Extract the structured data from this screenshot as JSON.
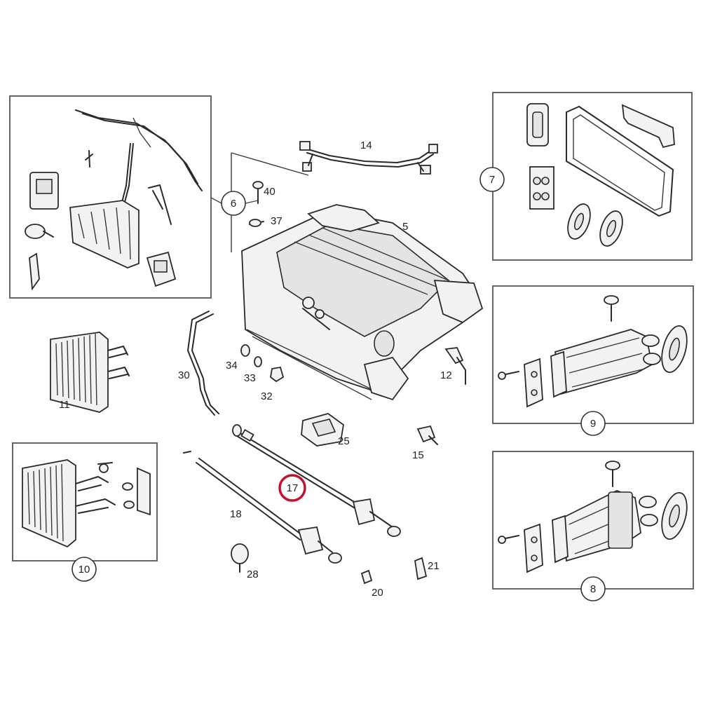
{
  "diagram": {
    "callouts": {
      "c5": "5",
      "c6": "6",
      "c7": "7",
      "c8": "8",
      "c9": "9",
      "c10": "10",
      "c11": "11",
      "c12": "12",
      "c14": "14",
      "c15": "15",
      "c17": "17",
      "c18": "18",
      "c20": "20",
      "c21": "21",
      "c25": "25",
      "c28": "28",
      "c30": "30",
      "c32": "32",
      "c33": "33",
      "c34": "34",
      "c37": "37",
      "c40": "40"
    },
    "highlighted_callout": "17",
    "highlight_color": "#c8102e"
  }
}
